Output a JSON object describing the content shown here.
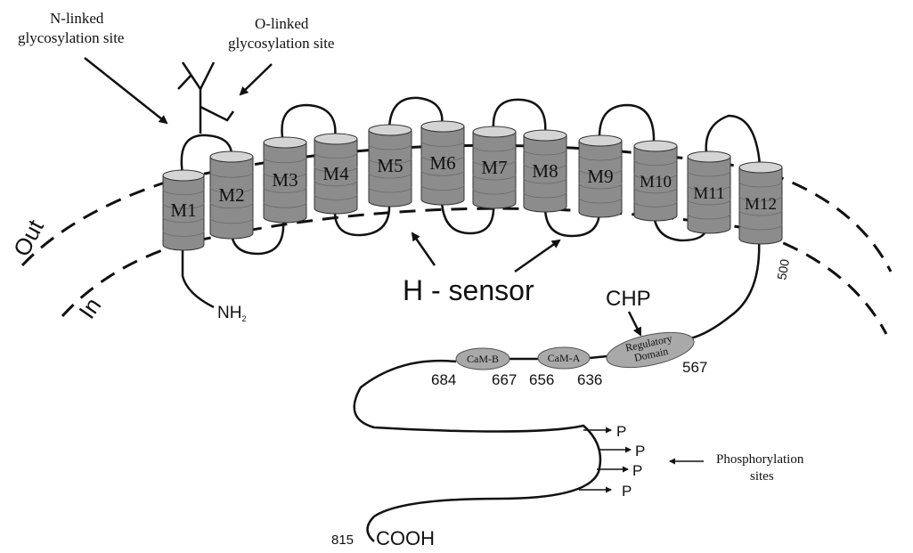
{
  "diagram": {
    "membrane": {
      "outside_label": "Out",
      "inside_label": "In"
    },
    "glycosylation": {
      "n_linked_line1": "N-linked",
      "n_linked_line2": "glycosylation site",
      "o_linked_line1": "O-linked",
      "o_linked_line2": "glycosylation site"
    },
    "helices": [
      "M1",
      "M2",
      "M3",
      "M4",
      "M5",
      "M6",
      "M7",
      "M8",
      "M9",
      "M10",
      "M11",
      "M12"
    ],
    "terminals": {
      "n_terminus": "NH",
      "n_terminus_sub": "2",
      "c_terminus": "COOH"
    },
    "sensor_label": "H - sensor",
    "chp_label": "CHP",
    "domains": {
      "cam_b": "CaM-B",
      "cam_a": "CaM-A",
      "regulatory_line1": "Regulatory",
      "regulatory_line2": "Domain"
    },
    "residues": {
      "r500": "500",
      "r567": "567",
      "r636": "636",
      "r656": "656",
      "r667": "667",
      "r684": "684",
      "r815": "815"
    },
    "phosphate": "P",
    "phosphorylation_line1": "Phosphorylation",
    "phosphorylation_line2": "sites",
    "colors": {
      "helix_fill": "#8c8c8c",
      "helix_top": "#d4d4d4",
      "domain_fill": "#a9a9a9",
      "ink": "#111111"
    }
  }
}
